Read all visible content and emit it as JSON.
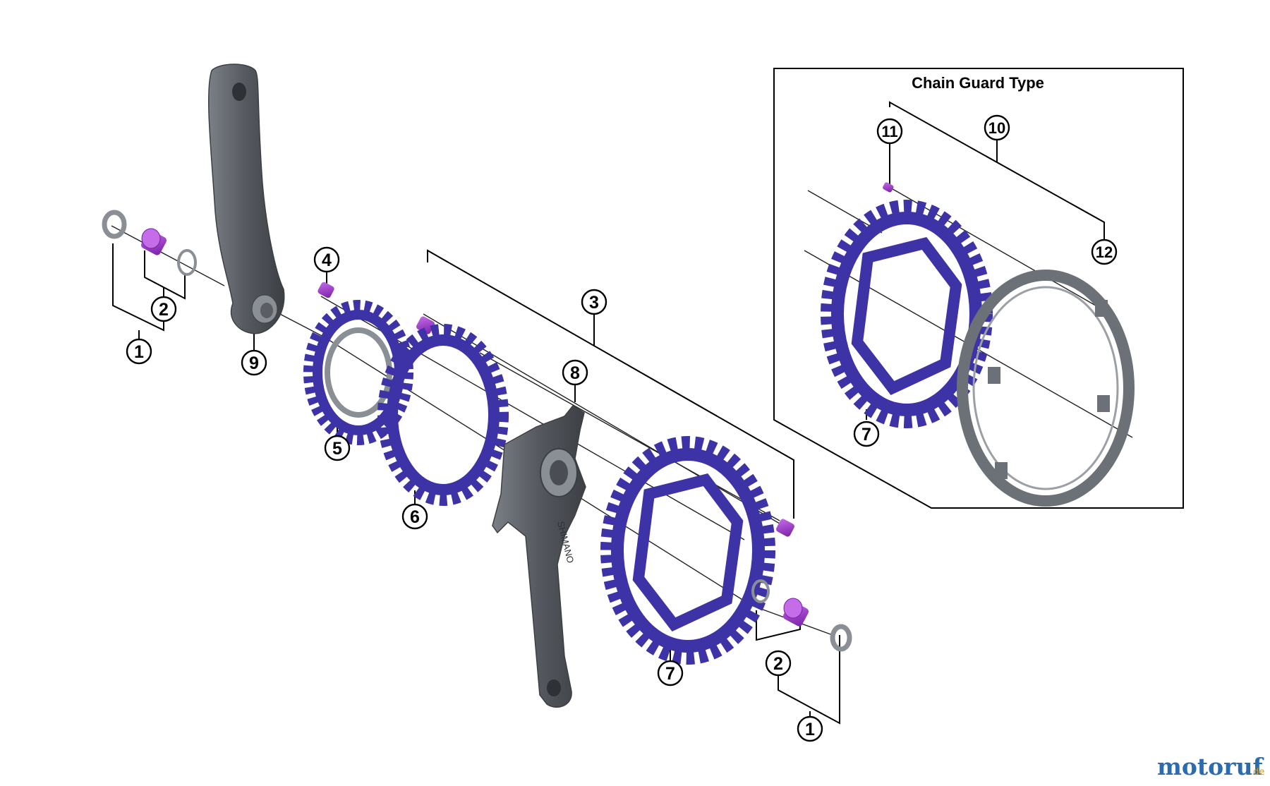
{
  "inset": {
    "title": "Chain Guard Type"
  },
  "callouts": {
    "c1a": "1",
    "c2a": "2",
    "c9": "9",
    "c4": "4",
    "c5": "5",
    "c6": "6",
    "c3": "3",
    "c8": "8",
    "c7a": "7",
    "c2b": "2",
    "c1b": "1",
    "c11": "11",
    "c10": "10",
    "c12": "12",
    "c7b": "7"
  },
  "crank_branding": "SHIMANO",
  "watermark": {
    "brand": "motoruf",
    "tld": ".de"
  },
  "colors": {
    "chainring": "#3d33a6",
    "chainring_dark": "#2a2280",
    "bolt": "#a63bd6",
    "bolt_dark": "#7a1fa8",
    "crank_arm": "#55595f",
    "crank_light": "#7b8086",
    "chain_guard": "#6c7178",
    "washer": "#8a8f95",
    "callout_stroke": "#000000",
    "watermark_main": "#2b6cb0",
    "watermark_accent": "#d4a017"
  }
}
